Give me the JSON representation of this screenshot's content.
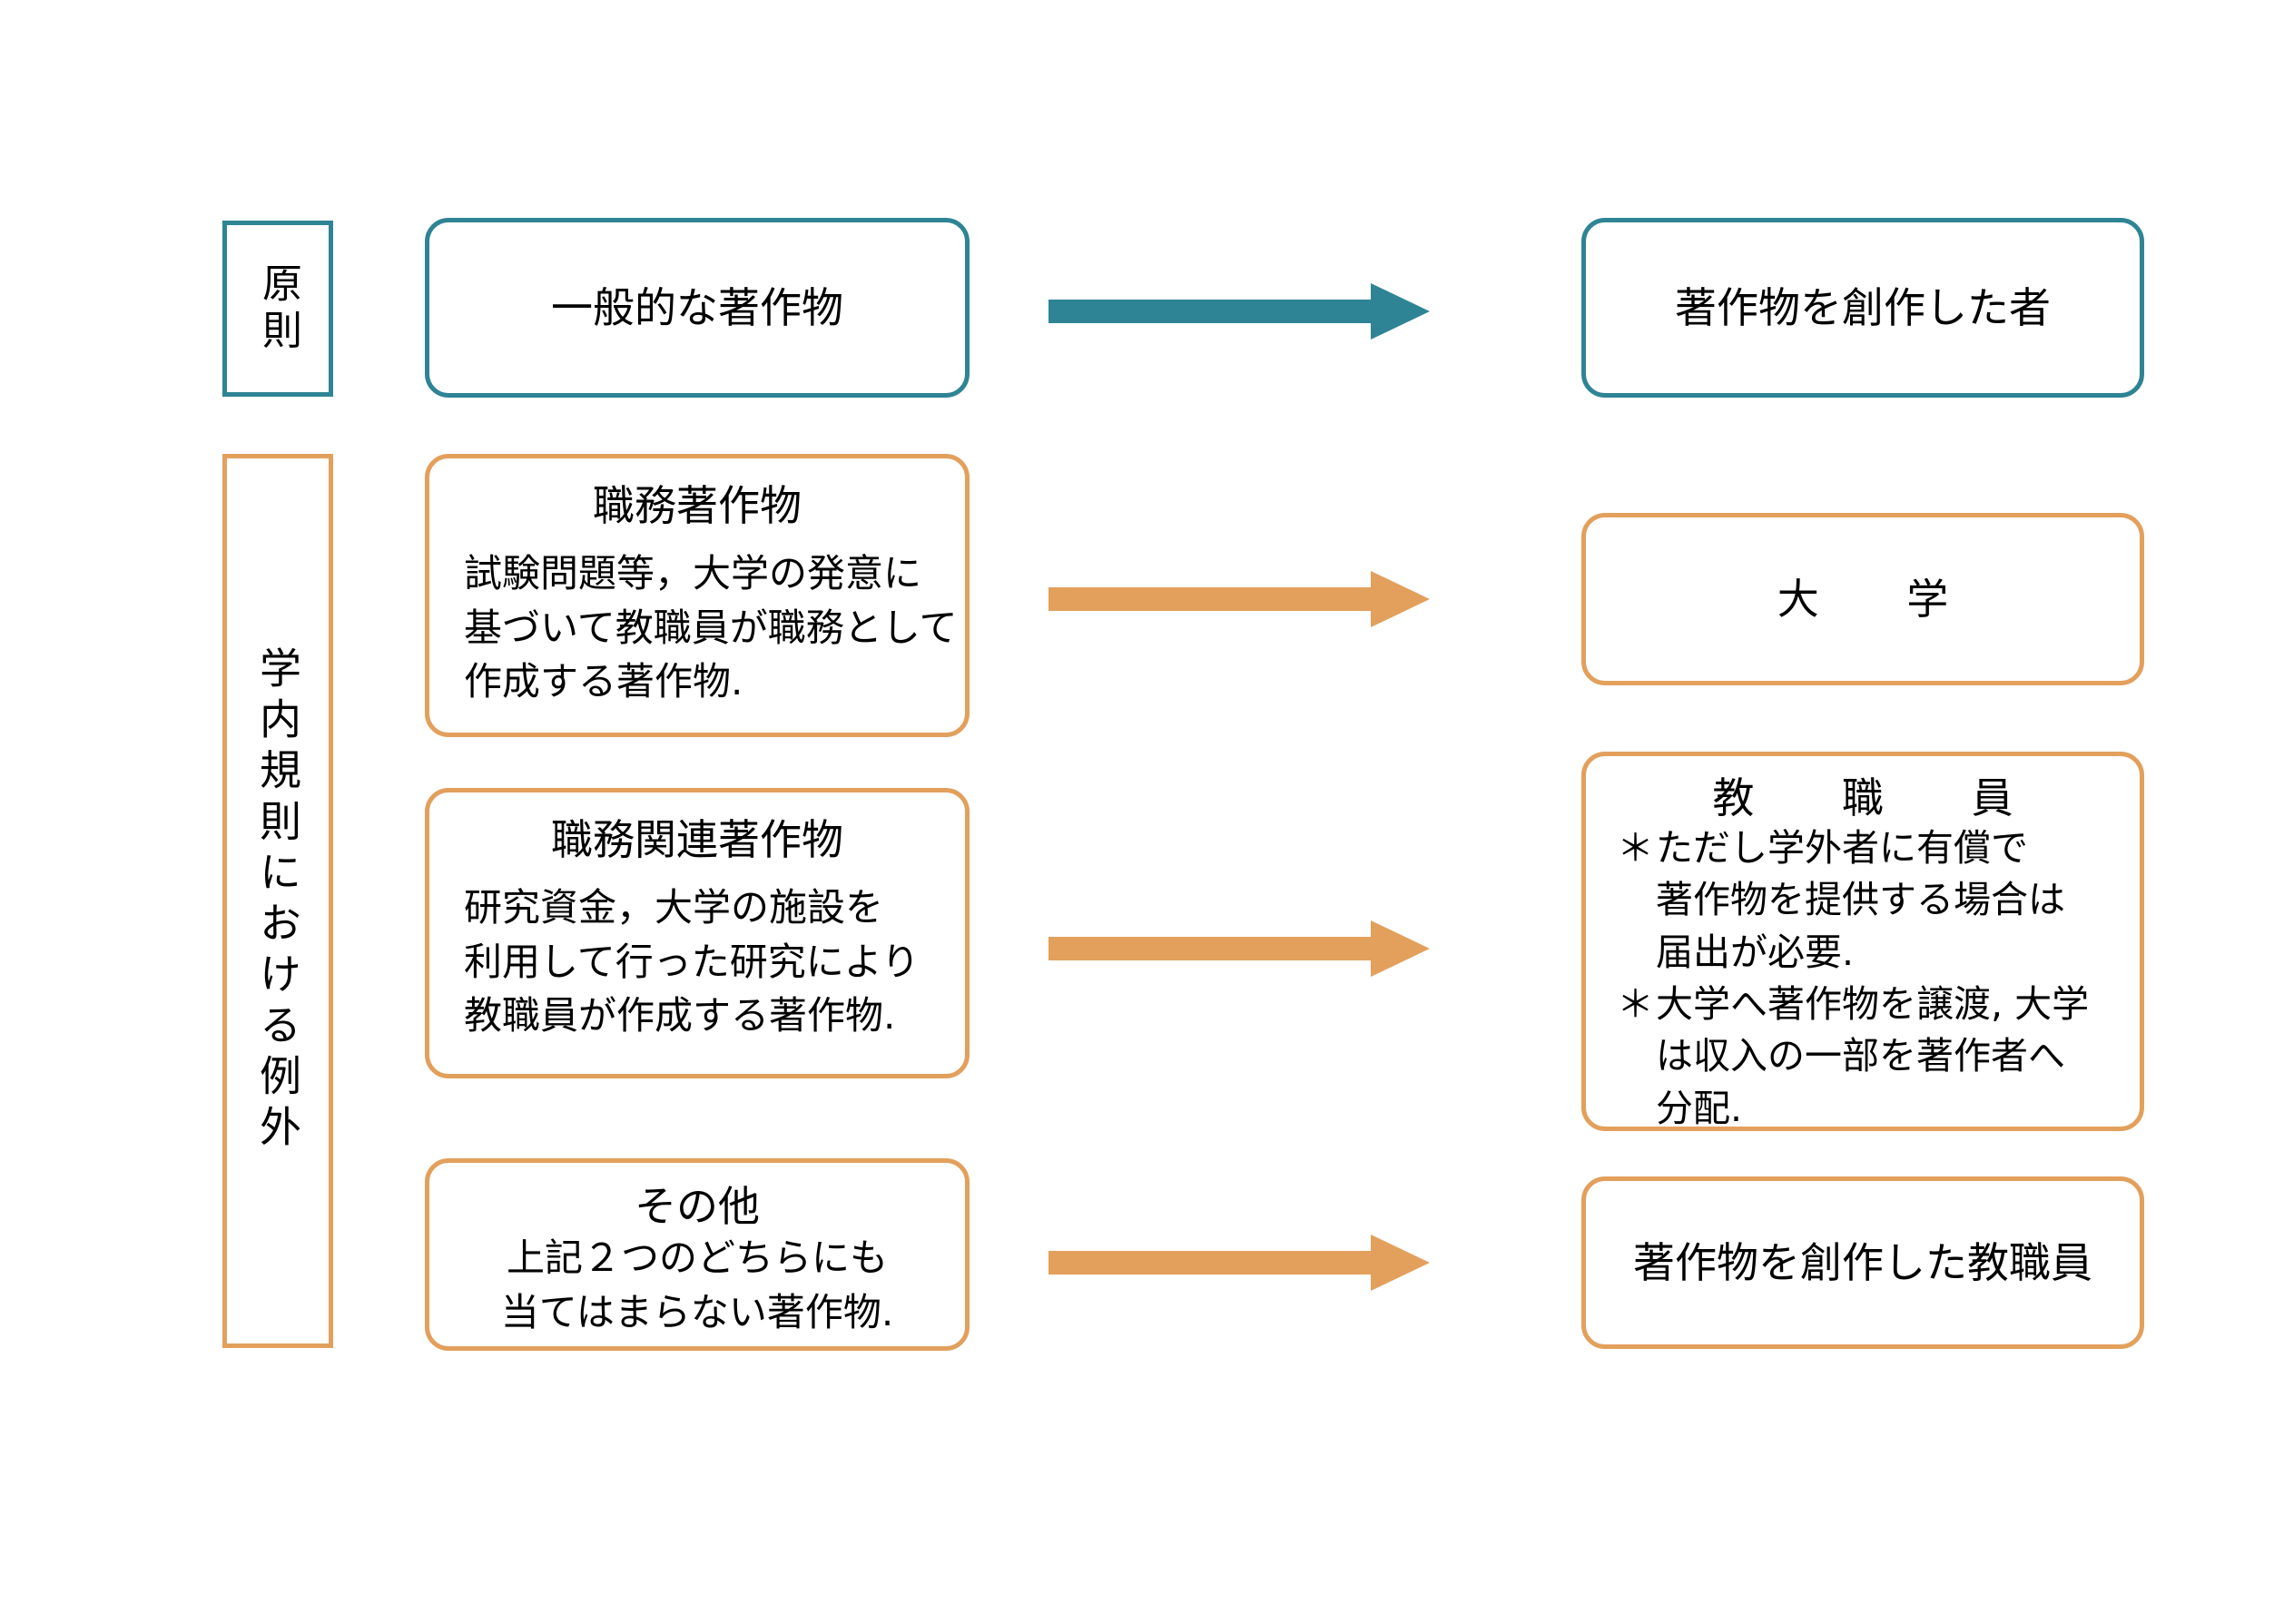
{
  "colors": {
    "teal": "#2e8494",
    "orange": "#e2a05c",
    "text": "#000000",
    "background": "#ffffff"
  },
  "categories": {
    "principle_label": "原則",
    "exception_label": "学内規則における例外"
  },
  "rows": [
    {
      "id": "principle",
      "accent": "teal",
      "source": {
        "title": "一般的な著作物",
        "body": ""
      },
      "arrow": "arrow-right-teal",
      "target": {
        "title": "著作物を創作した者",
        "body": "",
        "notes": []
      }
    },
    {
      "id": "work-for-hire",
      "accent": "orange",
      "source": {
        "title": "職務著作物",
        "body": "試験問題等，大学の発意に\n基づいて教職員が職務として\n作成する著作物."
      },
      "arrow": "arrow-right-orange",
      "target": {
        "title": "大　学",
        "body": "",
        "notes": []
      }
    },
    {
      "id": "work-related",
      "accent": "orange",
      "source": {
        "title": "職務関連著作物",
        "body": "研究資金，大学の施設を\n利用して行った研究により\n教職員が作成する著作物."
      },
      "arrow": "arrow-right-orange",
      "target": {
        "title": "教　職　員",
        "body": "",
        "notes": [
          {
            "marker": "＊",
            "text": "ただし学外者に有償で\n著作物を提供する場合は\n届出が必要."
          },
          {
            "marker": "＊",
            "text": "大学へ著作物を譲渡, 大学\nは収入の一部を著作者へ\n分配."
          }
        ]
      }
    },
    {
      "id": "other",
      "accent": "orange",
      "source": {
        "title": "その他",
        "body": "上記２つのどちらにも\n当てはまらない著作物."
      },
      "arrow": "arrow-right-orange",
      "target": {
        "title": "著作物を創作した教職員",
        "body": "",
        "notes": []
      }
    }
  ]
}
